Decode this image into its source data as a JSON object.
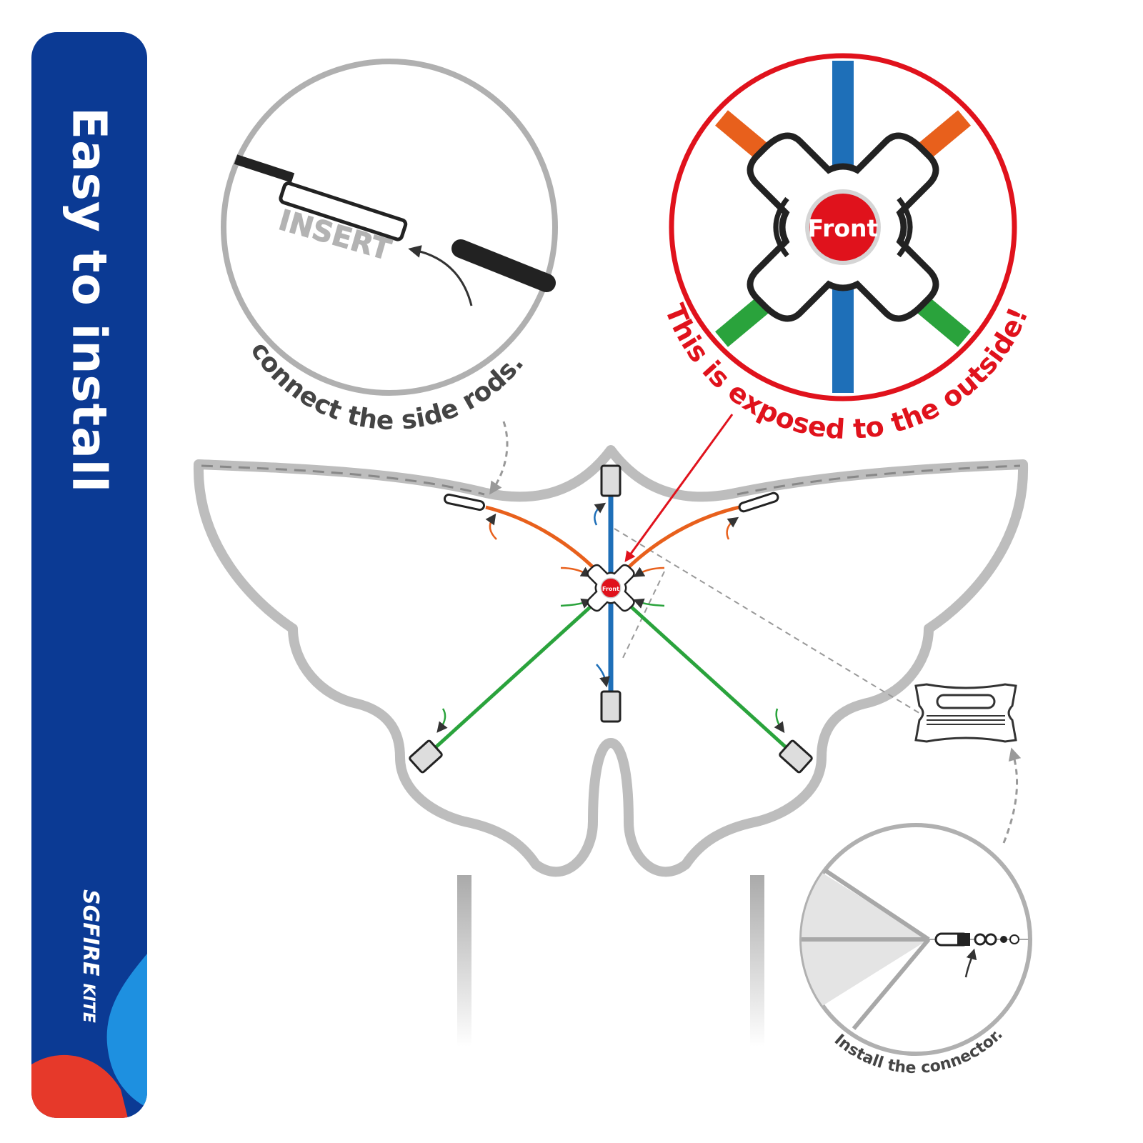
{
  "banner": {
    "title": "Easy to install",
    "brand": "SGFIRE",
    "brand_sub": "KITE",
    "color": "#0b3a94"
  },
  "callouts": {
    "insert_label": "INSERT",
    "side_rods": "connect the side rods.",
    "front_badge": "Front",
    "outside_note": "This is exposed to the outside!",
    "connector": "Install the connector."
  },
  "colors": {
    "spine": "#1e6fb8",
    "upper_rods": "#e8601c",
    "lower_rods": "#2aa33c",
    "accent_red": "#e0121c",
    "outline_gray": "#b8b8b8"
  }
}
